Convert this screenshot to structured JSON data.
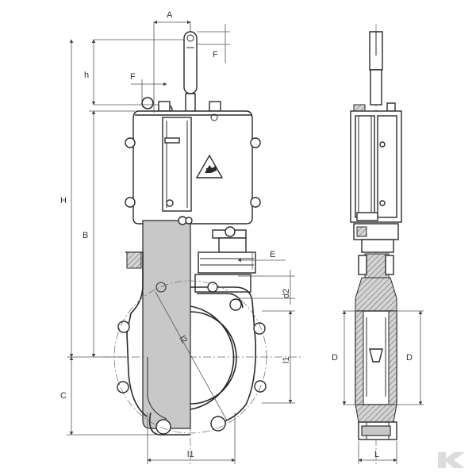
{
  "dimension_labels": {
    "A": "A",
    "F_top": "F",
    "F_left": "F",
    "h": "h",
    "H": "H",
    "B": "B",
    "C": "C",
    "E": "E",
    "d2": "d2",
    "l1_right": "l1",
    "l1_bottom": "l1",
    "l2": "l2",
    "D_left": "D",
    "D_right": "D",
    "L": "L"
  },
  "colors": {
    "line": "#2a2a2a",
    "fill": "#c8c8c8",
    "background": "#ffffff",
    "logo": "#dcdcdc"
  },
  "icons": {
    "warning_sign": "hand-pinch-warning-icon",
    "brand_logo": "kramp-logo"
  }
}
